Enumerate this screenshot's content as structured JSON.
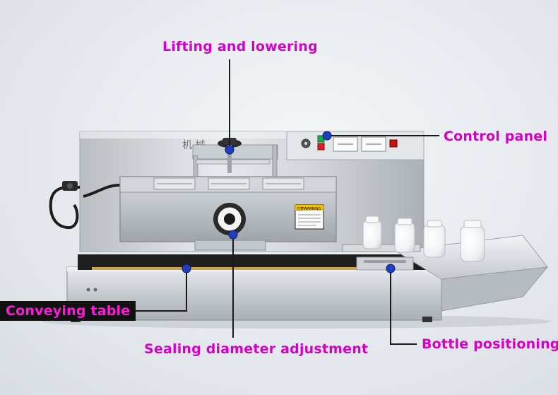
{
  "callouts": {
    "lifting": "Lifting and lowering",
    "control_panel": "Control panel",
    "conveying": "Conveying table",
    "sealing": "Sealing diameter adjustment",
    "bottle": "Bottle positioning"
  },
  "machine": {
    "head_brand": "机 械",
    "warning_title": "注意WARNING"
  },
  "colors": {
    "callout_text": "#d400c8",
    "callout_dark_bg": "#111111",
    "callout_dark_text": "#ff1ad9",
    "marker_dot": "#1e3fbf",
    "leader_line": "#1a1a1a",
    "steel_light": "#dfe2e5",
    "steel_dark": "#9aa0a6",
    "warning_yellow": "#f2c200",
    "button_green": "#1fa84a",
    "button_red": "#d62020"
  }
}
